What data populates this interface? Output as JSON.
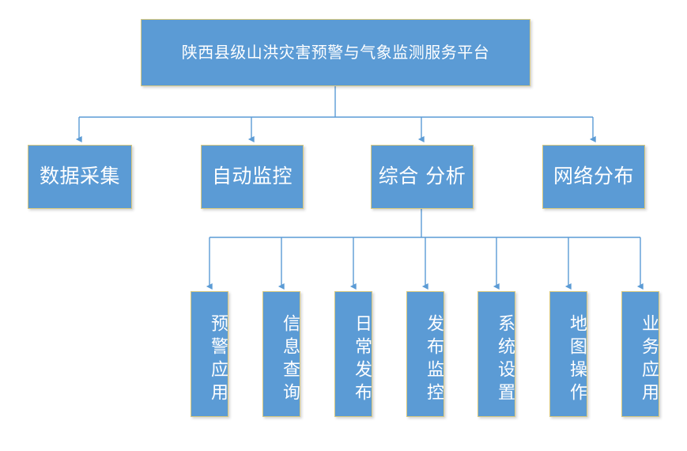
{
  "diagram": {
    "type": "organizational-hierarchy-chart",
    "title": "陕西县级山洪灾害预警与气象监测服务平台",
    "colors": {
      "node_fill": "#5b9bd5",
      "node_border": "#d9c97e",
      "connector": "#5b9bd5",
      "text": "#ffffff",
      "background": "#ffffff"
    },
    "root": {
      "label": "陕西县级山洪灾害预警与气象监测服务平台"
    },
    "branches": [
      {
        "label": "数据采集"
      },
      {
        "label": "自动监控"
      },
      {
        "label": "综合 分析"
      },
      {
        "label": "网络分布"
      }
    ],
    "leaves": [
      {
        "label": "预警应用"
      },
      {
        "label": "信息查询"
      },
      {
        "label": "日常发布"
      },
      {
        "label": "发布监控"
      },
      {
        "label": "系统设置"
      },
      {
        "label": "地图操作"
      },
      {
        "label": "业务应用"
      }
    ]
  }
}
